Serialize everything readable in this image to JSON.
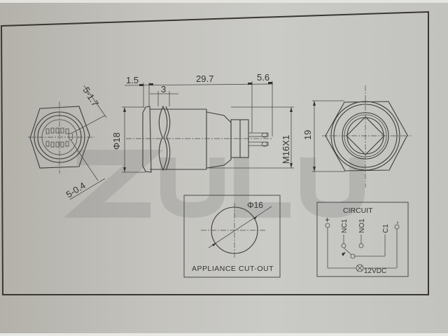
{
  "drawing": {
    "watermark": "ZULU",
    "dimensions": {
      "flange_thickness": "1.5",
      "body_length": "29.7",
      "terminal_length": "5.6",
      "nut_thickness": "3",
      "flange_diameter": "Φ18",
      "thread": "M16X1",
      "nut_across_flats": "19",
      "terminal_label_a": "5-1.7",
      "terminal_label_b": "5-0.4"
    },
    "cutout": {
      "diameter": "Φ16",
      "caption": "APPLIANCE  CUT-OUT"
    },
    "circuit": {
      "title": "CIRCUIT",
      "terminals": [
        "+",
        "NC1",
        "NO1",
        "C1",
        "-"
      ],
      "lamp_label": "12VDC"
    }
  }
}
